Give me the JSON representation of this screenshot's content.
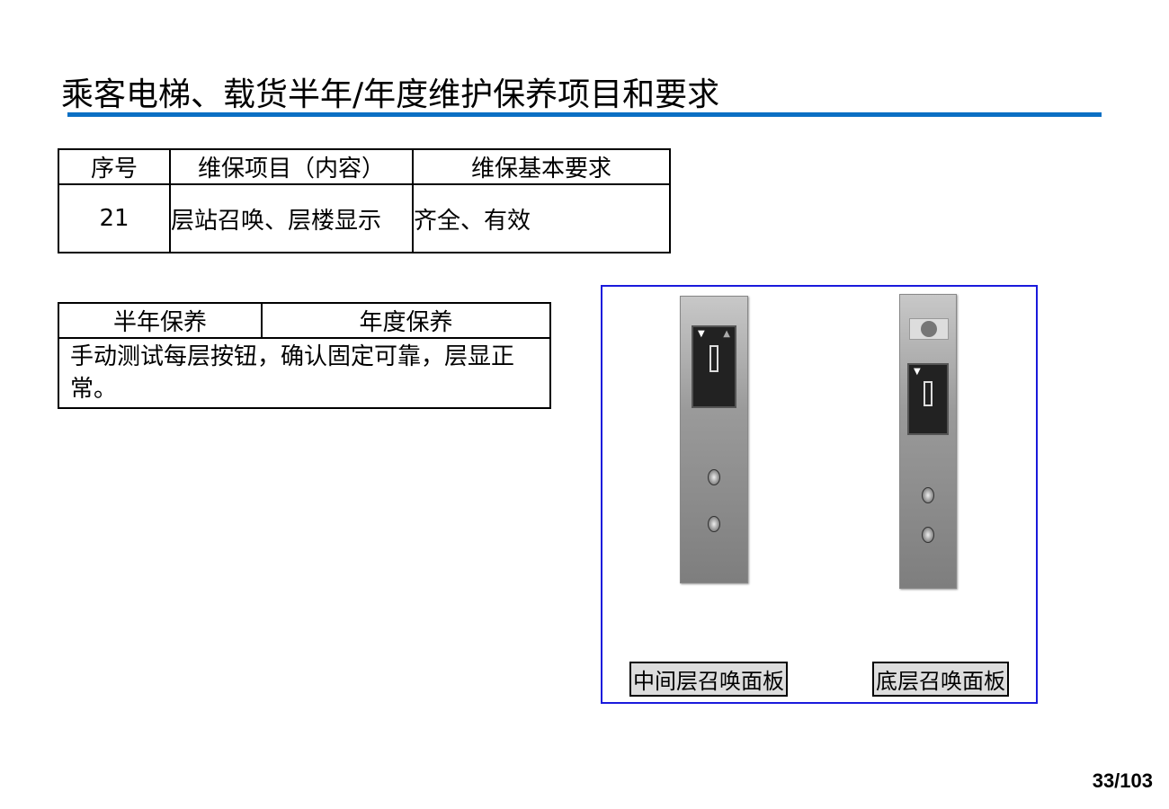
{
  "title": "乘客电梯、载货半年/年度维护保养项目和要求",
  "table1": {
    "headers": [
      "序号",
      "维保项目（内容）",
      "维保基本要求"
    ],
    "row": [
      "21",
      "层站召唤、层楼显示",
      "齐全、有效"
    ]
  },
  "table2": {
    "headers": [
      "半年保养",
      "年度保养"
    ],
    "content": "手动测试每层按钮，确认固定可靠，层显正常。"
  },
  "figure": {
    "captions": [
      "中间层召唤面板",
      "底层召唤面板"
    ],
    "frame_color": "#1a1adc"
  },
  "page_number": "33/103",
  "accent_color": "#0b6fc4"
}
